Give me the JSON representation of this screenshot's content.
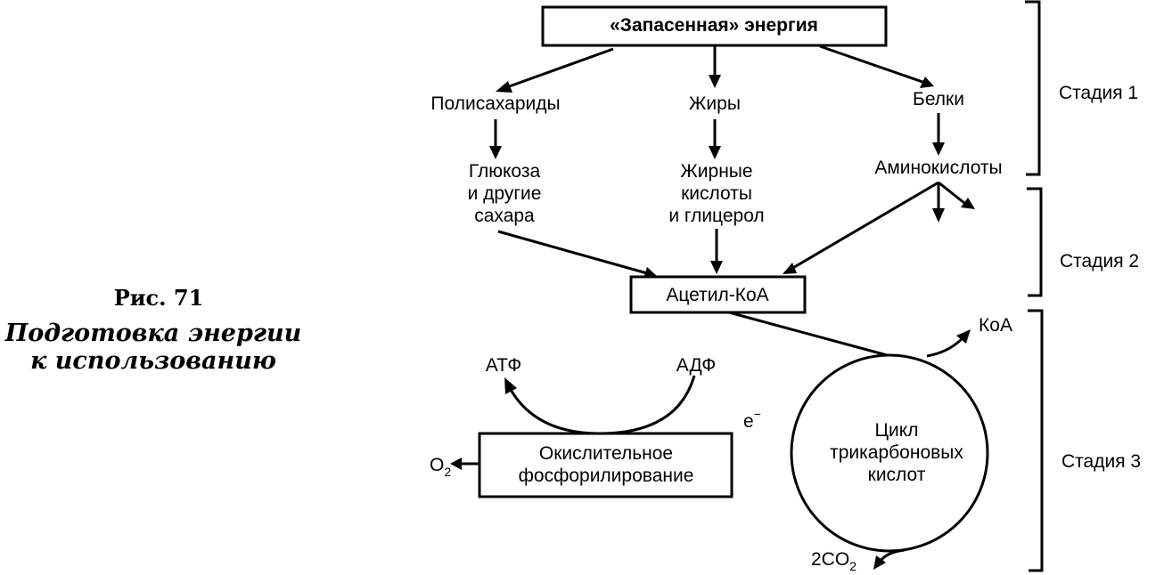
{
  "caption": {
    "figure_number": "Рис. 71",
    "title_line1": "Подготовка энергии",
    "title_line2": "к использованию"
  },
  "nodes": {
    "stored_energy": "«Запасенная» энергия",
    "polysaccharides": "Полисахариды",
    "fats": "Жиры",
    "proteins": "Белки",
    "glucose": [
      "Глюкоза",
      "и другие",
      "сахара"
    ],
    "fatty_acids": [
      "Жирные",
      "кислоты",
      "и глицерол"
    ],
    "amino_acids": "Аминокислоты",
    "acetyl_coa": "Ацетил-КоА",
    "coa": "КоА",
    "tca_cycle": [
      "Цикл",
      "трикарбоновых",
      "кислот"
    ],
    "co2": {
      "main": "2CO",
      "sub": "2"
    },
    "atp": "АТФ",
    "adp": "АДФ",
    "electron": {
      "main": "e",
      "sup": "−"
    },
    "oxphos": [
      "Окислительное",
      "фосфорилирование"
    ],
    "o2": {
      "main": "O",
      "sub": "2"
    }
  },
  "stages": [
    {
      "label": "Стадия 1"
    },
    {
      "label": "Стадия 2"
    },
    {
      "label": "Стадия 3"
    }
  ],
  "edges": [
    {
      "from": "stored_energy",
      "to": "polysaccharides"
    },
    {
      "from": "stored_energy",
      "to": "fats"
    },
    {
      "from": "stored_energy",
      "to": "proteins"
    },
    {
      "from": "polysaccharides",
      "to": "glucose"
    },
    {
      "from": "fats",
      "to": "fatty_acids"
    },
    {
      "from": "proteins",
      "to": "amino_acids"
    },
    {
      "from": "glucose",
      "to": "acetyl_coa"
    },
    {
      "from": "fatty_acids",
      "to": "acetyl_coa"
    },
    {
      "from": "amino_acids",
      "to": "acetyl_coa"
    },
    {
      "from": "acetyl_coa",
      "to": "tca_cycle"
    },
    {
      "from": "tca_cycle",
      "to": "coa"
    },
    {
      "from": "tca_cycle",
      "to": "co2"
    },
    {
      "from": "adp",
      "to": "atp",
      "via": "oxphos"
    },
    {
      "from": "oxphos",
      "to": "o2"
    }
  ]
}
